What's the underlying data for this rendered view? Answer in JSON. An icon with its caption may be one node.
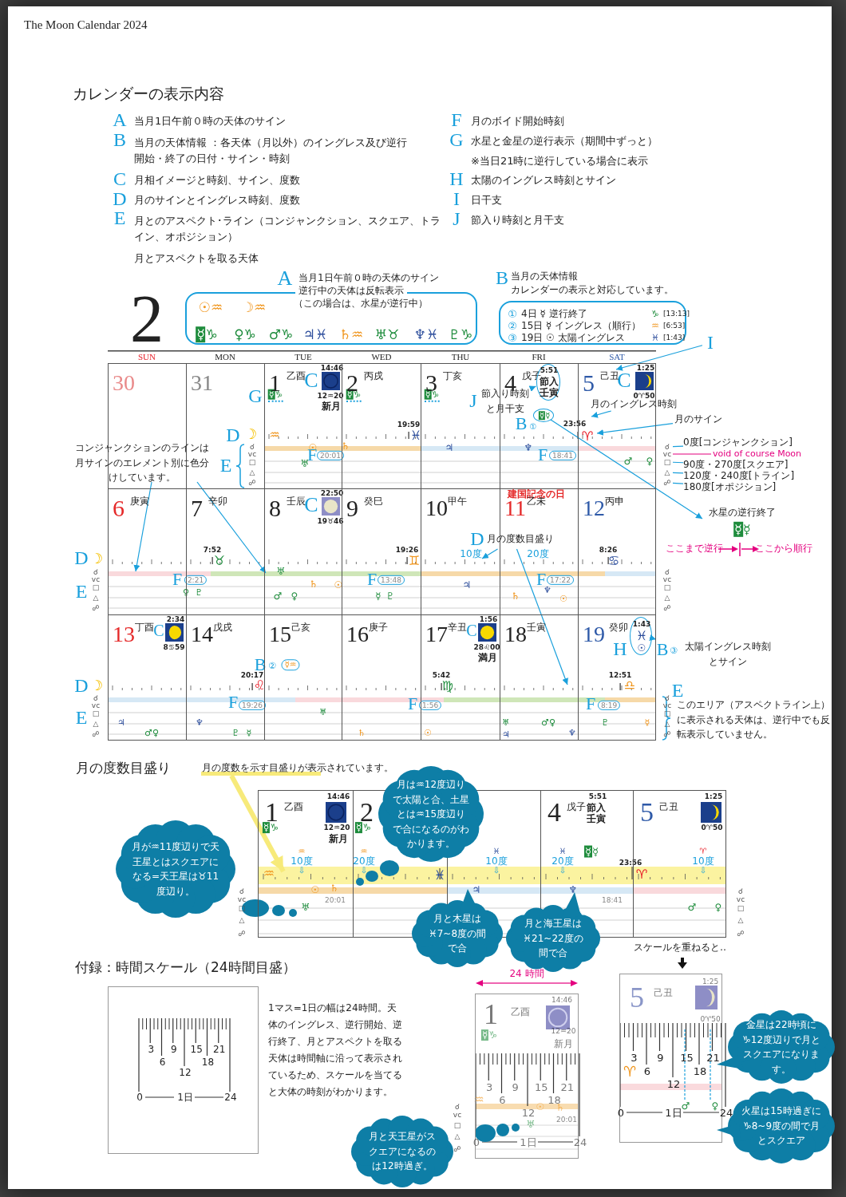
{
  "diagram": {
    "title": "The Moon Calendar 2024",
    "nodes": [
      {
        "text": [
          "A",
          "当月1日午前０時の天体のサイン",
          "逆行中の天体は反転表示",
          "（この場合は、水星が逆行中）",
          "☉♒",
          "☽♒",
          "☿♑",
          "♀♑",
          "♂♑",
          "♃♓",
          "♄♒",
          "♅♉",
          "♆♓",
          "♇♑"
        ]
      },
      {
        "text": [
          "B",
          "当月の天体情報",
          "カレンダーの表示と対応しています。",
          "①",
          "4日 ☿ 逆行終了",
          "♑",
          "[13:13]",
          "②",
          "15日 ☿ イングレス（順行）",
          "♒",
          "[6:53]",
          "③",
          "19日 ☉ 太陽イングレス",
          "♓",
          "[1:43]"
        ]
      },
      {
        "text": [
          "30"
        ]
      },
      {
        "text": [
          "31"
        ]
      },
      {
        "text": [
          "1",
          "乙酉",
          "14:46",
          "12♒20",
          "新月"
        ]
      },
      {
        "text": [
          "2",
          "丙戌"
        ]
      },
      {
        "text": [
          "3",
          "丁亥"
        ]
      },
      {
        "text": [
          "4",
          "戊子"
        ]
      },
      {
        "text": [
          "5",
          "己丑",
          "1:25",
          "0♈50"
        ]
      },
      {
        "text": [
          "6",
          "庚寅"
        ]
      },
      {
        "text": [
          "7",
          "辛卯"
        ]
      },
      {
        "text": [
          "8",
          "壬辰",
          "22:50",
          "19♉46"
        ]
      },
      {
        "text": [
          "9",
          "癸巳"
        ]
      },
      {
        "text": [
          "10",
          "甲午"
        ]
      },
      {
        "text": [
          "建国記念の日",
          "11",
          "乙未"
        ]
      },
      {
        "text": [
          "12",
          "丙申"
        ]
      },
      {
        "text": [
          "13",
          "丁酉",
          "2:34",
          "8♋59"
        ]
      },
      {
        "text": [
          "14",
          "戊戌"
        ]
      },
      {
        "text": [
          "15",
          "己亥"
        ]
      },
      {
        "text": [
          "16",
          "庚子"
        ]
      },
      {
        "text": [
          "17",
          "辛丑",
          "1:56",
          "28♌00",
          "満月"
        ]
      },
      {
        "text": [
          "18",
          "壬寅"
        ]
      },
      {
        "text": [
          "19",
          "癸卯"
        ]
      },
      {
        "text": [
          "5:51",
          "節入",
          "壬寅"
        ],
        "in": 7
      },
      {
        "text": [
          "J",
          "節入り時刻と月干支"
        ]
      },
      {
        "text": [
          "I"
        ]
      },
      {
        "text": [
          "月のイングレス時刻"
        ]
      },
      {
        "text": [
          "月のサイン"
        ]
      },
      {
        "text": [
          "☿☿"
        ],
        "beside": [
          "B",
          "①"
        ],
        "in": 7
      },
      {
        "text": [
          "水星の逆行終了",
          "☿☿"
        ]
      },
      {
        "text": [
          "D",
          "月の度数目盛り"
        ]
      },
      {
        "text": [
          "コンジャンクションのラインは月サインのエレメント別に色分けしています。"
        ]
      },
      {
        "text": [
          "1:43",
          "♓",
          "☉"
        ],
        "beside": [
          "H"
        ],
        "in": 22
      },
      {
        "text": [
          "B",
          "③",
          "太陽イングレス時刻とサイン"
        ]
      },
      {
        "text": [
          "月の度数を示す目盛りが表示されています。"
        ]
      },
      {
        "text": [
          "1",
          "乙酉",
          "14:46",
          "12♒20",
          "新月"
        ]
      },
      {
        "text": [
          "2"
        ]
      },
      {
        "text": [],
        "shape": "box"
      },
      {
        "text": [
          "4",
          "戊子",
          "5:51",
          "節入",
          "壬寅"
        ]
      },
      {
        "text": [
          "5",
          "己丑",
          "1:25",
          "0♈50"
        ]
      },
      {
        "text": [
          "月が♒11度辺りで天王星とはスクエアになる=天王星は♉11度辺り。"
        ]
      },
      {
        "text": [
          "月は♒12度辺りで太陽と合、土星とは♒15度辺りで合になるのがわかります。"
        ]
      },
      {
        "text": [
          "月と木星は♓7~8度の間で合"
        ]
      },
      {
        "text": [
          "月と海王星は♓21~22度の間で合"
        ]
      },
      {
        "text": [
          "3",
          "9",
          "15",
          "21",
          "6",
          "18",
          "12",
          "0",
          "1日",
          "24"
        ]
      },
      {
        "text": [
          "1",
          "乙酉",
          "14:46",
          "12♒20",
          "新月",
          "☿♑",
          "3",
          "9",
          "15",
          "21",
          "6",
          "18",
          "12",
          "0",
          "1日",
          "24",
          "20:01"
        ]
      },
      {
        "text": [
          "5",
          "己丑",
          "1:25",
          "0♈50",
          "3",
          "9",
          "15",
          "21",
          "6",
          "18",
          "12",
          "0",
          "1日",
          "24"
        ]
      },
      {
        "text": [
          "月と天王星がスクエアになるのは12時過ぎ。"
        ]
      },
      {
        "text": [
          "金星は22時頃に♑12度辺りで月とスクエアになります。"
        ]
      },
      {
        "text": [
          "火星は15時過ぎに♑8~9度の間で月とスクエア"
        ]
      },
      {
        "text": [
          "0度[コンジャンクション]"
        ]
      },
      {
        "text": [
          "void of course Moon"
        ]
      },
      {
        "text": [
          "90度・270度[スクエア]"
        ]
      },
      {
        "text": [
          "120度・240度[トライン]"
        ]
      },
      {
        "text": [
          "180度[オポジション]"
        ]
      },
      {
        "text": [
          "☌"
        ]
      },
      {
        "text": [
          "vc"
        ]
      },
      {
        "text": [
          "□"
        ]
      },
      {
        "text": [
          "△"
        ]
      },
      {
        "text": [
          "☍"
        ]
      }
    ],
    "edges": [
      {
        "from": 24,
        "to": 23,
        "arrow": "to"
      },
      {
        "from": 25,
        "to": 8,
        "arrow": "to"
      },
      {
        "from": 26,
        "to": 8,
        "arrow": "to"
      },
      {
        "from": 27,
        "to": 8,
        "arrow": "to"
      },
      {
        "from": 28,
        "to": 29,
        "arrow": "to"
      },
      {
        "from": 30,
        "to": 13,
        "arrow": "to"
      },
      {
        "from": 30,
        "to": 21,
        "arrow": "to"
      },
      {
        "from": 31,
        "to": 9,
        "arrow": "to"
      },
      {
        "from": 31,
        "to": 11,
        "arrow": "to"
      },
      {
        "from": 32,
        "to": 33,
        "arrow": "to"
      },
      {
        "from": 34,
        "to": 35,
        "arrow": "to",
        "style": "thick",
        "color": "#f7ea7a"
      },
      {
        "from": 50,
        "to": 55,
        "arrow": "none"
      },
      {
        "from": 51,
        "to": 56,
        "arrow": "none",
        "color": "#e4007f"
      },
      {
        "from": 52,
        "to": 57,
        "arrow": "none"
      },
      {
        "from": 53,
        "to": 58,
        "arrow": "none"
      },
      {
        "from": 54,
        "to": 59,
        "arrow": "none"
      }
    ],
    "labels": [
      "カレンダーの表示内容",
      "A",
      "当月1日午前０時の天体のサイン",
      "B",
      "当月の天体情報 ：各天体（月以外）のイングレス及び逆行開始・終了の日付・サイン・時刻",
      "C",
      "月相イメージと時刻、サイン、度数",
      "D",
      "月のサインとイングレス時刻、度数",
      "E",
      "月とのアスペクト･ライン（コンジャンクション、スクエア、トライン、オポジション）",
      "月とアスペクトを取る天体",
      "F",
      "月のボイド開始時刻",
      "G",
      "水星と金星の逆行表示（期間中ずっと）",
      "※当日21時に逆行している場合に表示",
      "H",
      "太陽のイングレス時刻とサイン",
      "I",
      "日干支",
      "J",
      "節入り時刻と月干支",
      "2",
      "SUN",
      "MON",
      "TUE",
      "WED",
      "THU",
      "FRI",
      "SAT",
      "G",
      "C",
      "☿♑",
      "☿♑",
      "☿♑",
      "C",
      "D",
      "☽",
      "E",
      "♒",
      "19:59",
      "♓",
      "23:56",
      "♈",
      "F",
      "20:01",
      "☉",
      "♄",
      "♅",
      "♃",
      "♆",
      "F",
      "18:41",
      "♂",
      "♀",
      "D",
      "☽",
      "E",
      "7:52",
      "♉",
      "C",
      "19:26",
      "♊",
      "8:26",
      "♋",
      "F",
      "2:21",
      "♀",
      "♇",
      "♅",
      "♄",
      "☉",
      "♂",
      "♀",
      "F",
      "13:48",
      "☿",
      "♇",
      "♃",
      "F",
      "17:22",
      "♆",
      "♄",
      "☉",
      "10度",
      "20度",
      "ここまで逆行",
      "ここから順行",
      "D",
      "☽",
      "E",
      "C",
      "C",
      "B",
      "②",
      "☿♒",
      "20:17",
      "♌",
      "5:42",
      "♍",
      "12:51",
      "♎",
      "F",
      "19:26",
      "F",
      "1:56",
      "F",
      "8:19",
      "♃",
      "♂♀",
      "♆",
      "♇",
      "☿",
      "♅",
      "♄",
      "☉",
      "♅",
      "♃",
      "♂♀",
      "♆",
      "♇",
      "☿",
      "E",
      "このエリア（アスペクトライン上）に表示される天体は、逆行中でも反転表示していません。",
      "月の度数目盛り",
      "☿♑",
      "☿♑",
      "☿☿",
      "♒",
      "10度",
      "⇩",
      "♒",
      "20度",
      "⇩",
      "♓",
      "10度",
      "⇩",
      "♓",
      "20度",
      "⇩",
      "♈",
      "10度",
      "⇩",
      "♒",
      "♓",
      "23:56",
      "♈",
      "☉",
      "♄",
      "20:01",
      "♃",
      "♆",
      "18:41",
      "♅",
      "♂",
      "♀",
      "付録：時間スケール（24時間目盛）",
      "1マス=1日の幅は24時間。天体のイングレス、逆行開始、逆行終了、月とアスペクトを取る天体は時間軸に沿って表示されているため、スケールを当てると大体の時刻がわかります。",
      "24 時間",
      "スケールを重ねると‥",
      "♒",
      "☉",
      "♄",
      "♅",
      "♈",
      "♂",
      "♀",
      "☌",
      "vc",
      "□",
      "△",
      "☍",
      "☌",
      "vc",
      "□",
      "△",
      "☍",
      "☌",
      "vc",
      "□",
      "△",
      "☍",
      "☌",
      "vc",
      "□",
      "△",
      "☍",
      "☌",
      "vc",
      "□",
      "△",
      "☍",
      "☌",
      "vc",
      "□",
      "△",
      "☍",
      "☌",
      "vc",
      "□",
      "△",
      "☍",
      "☌",
      "vc",
      "□",
      "△",
      "☍"
    ]
  }
}
